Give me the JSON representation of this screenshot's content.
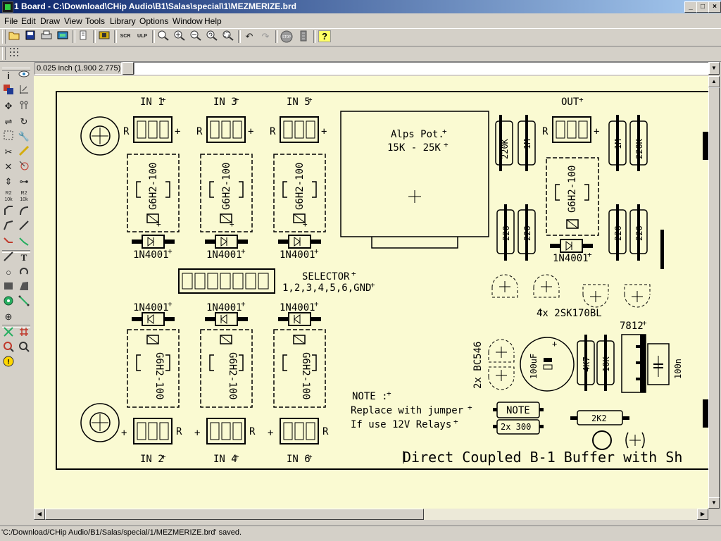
{
  "window": {
    "title": "1 Board - C:\\Download\\CHip Audio\\B1\\Salas\\special\\1\\MEZMERIZE.brd"
  },
  "menu": [
    {
      "label": "File",
      "key": "F"
    },
    {
      "label": "Edit",
      "key": "E"
    },
    {
      "label": "Draw",
      "key": "D"
    },
    {
      "label": "View",
      "key": "V"
    },
    {
      "label": "Tools",
      "key": "T"
    },
    {
      "label": "Library",
      "key": "L"
    },
    {
      "label": "Options",
      "key": "O"
    },
    {
      "label": "Window",
      "key": "W"
    },
    {
      "label": "Help",
      "key": "H"
    }
  ],
  "toolbar": {
    "open_icon": "folder-open-icon",
    "save_icon": "save-icon",
    "print_icon": "print-icon",
    "cam_icon": "cam-processor-icon",
    "board_icon": "board-icon",
    "scr_label": "SCR",
    "ulp_label": "ULP",
    "stop_label": "STOP",
    "help_label": "?"
  },
  "params": {
    "coordinate": "0.025 inch (1.900 2.775)",
    "command": ""
  },
  "board": {
    "in_labels": [
      "IN 1",
      "IN 3",
      "IN 5",
      "IN 2",
      "IN 4",
      "IN 6"
    ],
    "out_label": "OUT",
    "r_mark": "R",
    "pot_line1": "Alps Pot.",
    "pot_line2": "15K - 25K",
    "relay_label": "G6H2-100",
    "diode_label": "1N4001",
    "selector_line1": "SELECTOR",
    "selector_line2": "1,2,3,4,5,6,GND",
    "jfet_label": "4x 2SK170BL",
    "reg_label": "7812",
    "bjt_label": "2x BC546",
    "cap_label": "100uF",
    "cap_film": "100n",
    "res_4k7": "4K7",
    "res_10k": "10K",
    "res_220k": "220K",
    "res_1m": "1M",
    "res_220": "220",
    "note_1": "NOTE :",
    "note_2": "Replace with jumper",
    "note_3": "If use 12V Relays",
    "note_part": "NOTE",
    "res_300": "2x 300",
    "res_2k2": "2K2",
    "title_text": "Direct Coupled B-1 Buffer with Sh"
  },
  "status": {
    "message": "'C:/Download/CHip Audio/B1/Salas/special/1/MEZMERIZE.brd' saved."
  },
  "colors": {
    "canvas_bg": "#fafad2",
    "ink": "#000000",
    "titlebar_start": "#0a246a",
    "titlebar_end": "#a6caf0"
  }
}
